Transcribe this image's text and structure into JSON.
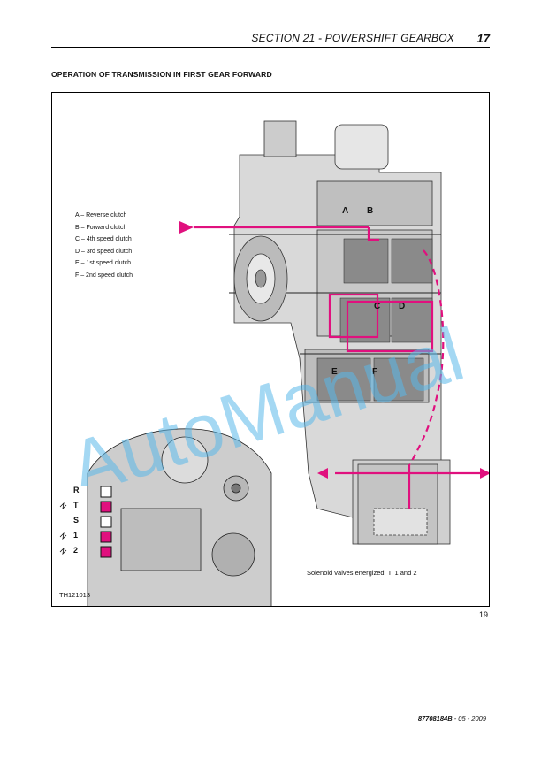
{
  "header": {
    "section_title": "SECTION 21 - POWERSHIFT GEARBOX",
    "page_number": "17"
  },
  "title": "OPERATION OF TRANSMISSION IN FIRST GEAR FORWARD",
  "legend": [
    "A – Reverse clutch",
    "B – Forward clutch",
    "C – 4th speed clutch",
    "D – 3rd speed clutch",
    "E – 1st speed clutch",
    "F – 2nd speed clutch"
  ],
  "clutch_labels": [
    "A",
    "B",
    "C",
    "D",
    "E",
    "F"
  ],
  "solenoids": [
    {
      "label": "R",
      "energized": false
    },
    {
      "label": "T",
      "energized": true
    },
    {
      "label": "S",
      "energized": false
    },
    {
      "label": "1",
      "energized": true
    },
    {
      "label": "2",
      "energized": true
    }
  ],
  "caption": "Solenoid valves energized: T, 1 and 2",
  "reference": "TH121013",
  "figure_number": "19",
  "footer": {
    "doc_number": "87708184B",
    "date": "- 05 - 2009"
  },
  "watermark_text": "AutoManual",
  "colors": {
    "power_flow": "#e0107e",
    "watermark": "#5ab8ea"
  }
}
